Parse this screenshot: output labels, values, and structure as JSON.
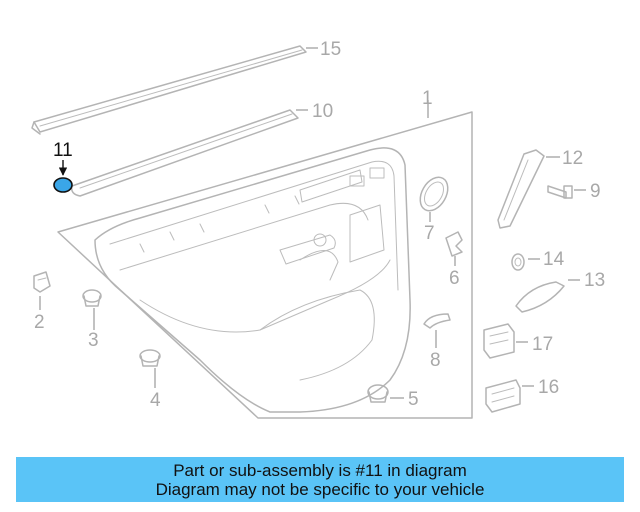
{
  "diagram": {
    "callouts": {
      "c1": "1",
      "c2": "2",
      "c3": "3",
      "c4": "4",
      "c5": "5",
      "c6": "6",
      "c7": "7",
      "c8": "8",
      "c9": "9",
      "c10": "10",
      "c11": "11",
      "c12": "12",
      "c13": "13",
      "c14": "14",
      "c15": "15",
      "c16": "16",
      "c17": "17"
    },
    "highlighted_part": "11",
    "highlight_color": "#3aa6e8"
  },
  "banner": {
    "line1": "Part or sub-assembly is #11 in diagram",
    "line2": "Diagram may not be specific to your vehicle",
    "background": "#5ac4f7"
  }
}
